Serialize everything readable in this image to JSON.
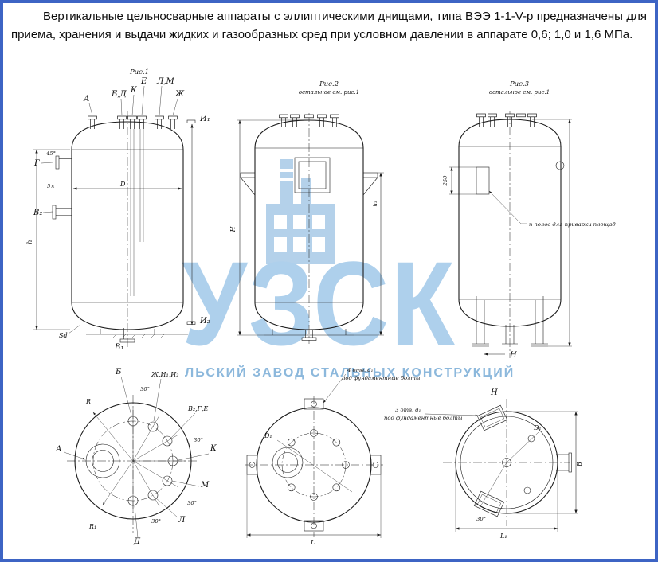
{
  "intro": {
    "text": "Вертикальные цельносварные аппараты с эллиптическими днищами, типа ВЭЭ 1-1-V-р предназначены для приема, хранения и выдачи жидких и газообразных сред при условном давлении в аппарате 0,6; 1,0 и 1,6 МПа."
  },
  "fig1": {
    "caption": "Рис.1",
    "labels": {
      "a": "А",
      "bd": "Б,Д",
      "k": "К",
      "e": "Е",
      "lm": "Л,М",
      "zh": "Ж",
      "i1": "И₁",
      "i2": "И₂",
      "g": "Г",
      "v2": "В₂",
      "v1": "В₁"
    },
    "dims": {
      "h": "h",
      "D": "D",
      "sd": "Sd",
      "a45": "45°",
      "x5": "5×"
    }
  },
  "fig2": {
    "caption": "Рис.2",
    "note": "остальное см. рис.1",
    "dims": {
      "H": "Н",
      "h1": "h₁"
    }
  },
  "fig3": {
    "caption": "Рис.3",
    "note": "остальное см. рис.1",
    "dims": {
      "d250": "250"
    },
    "annotation": "п полос для приварки площад",
    "view": "Н"
  },
  "plan1": {
    "labels": {
      "b": "Б",
      "zhii": "Ж,И₁,И₂",
      "vge": "В₂,Г,Е",
      "a": "А",
      "k": "К",
      "m": "М",
      "l": "Л",
      "d": "Д"
    },
    "dims": {
      "r": "R",
      "r1": "R₁",
      "a30": "30°"
    }
  },
  "plan2": {
    "c1": "4 отв. d₁",
    "c2": "под фундаментные болты",
    "d1": "D₁",
    "L": "L"
  },
  "plan3": {
    "view": "Н",
    "c1": "3 отв. d₁",
    "c2": "под фундаментные болты",
    "d1": "D₁",
    "B": "В",
    "L1": "L₁",
    "a30": "30°"
  },
  "watermark": {
    "big": "УЗСК",
    "small": "ЛЬСКИЙ ЗАВОД СТАЛЬНЫХ КОНСТРУКЦИЙ"
  }
}
